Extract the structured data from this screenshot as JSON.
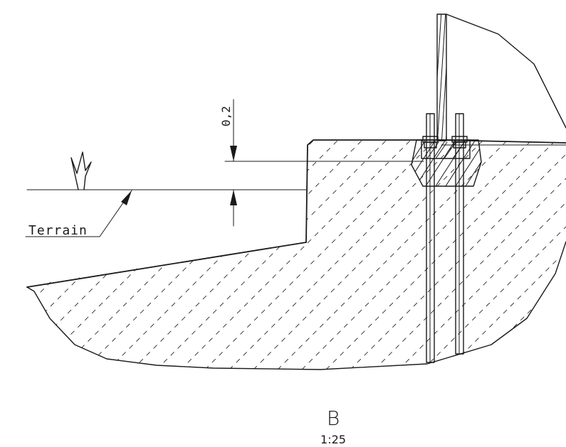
{
  "dimension": {
    "value": "0,2"
  },
  "labels": {
    "terrain": "Terrain"
  },
  "view": {
    "name": "B",
    "scale": "1:25"
  }
}
